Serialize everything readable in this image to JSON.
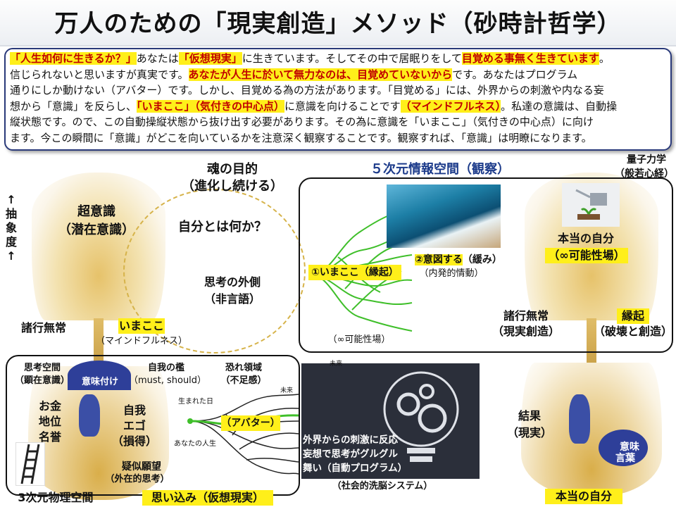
{
  "title": "万人のための「現実創造」メソッド（砂時計哲学）",
  "intro": {
    "line1_hl1": "「人生如何に生きるか？」",
    "line1_t1": "あなたは",
    "line1_hl2": "「仮想現実」",
    "line1_t2": "に生きています。そしてその中で居眠りをして",
    "line1_hl3": "目覚める事無く生きています",
    "line1_t3": "。",
    "line2_t1": "信じられないと思いますが真実です。",
    "line2_hl1": "あなたが人生に於いて無力なのは、目覚めていないから",
    "line2_t2": "です。あなたはプログラム",
    "line3": "通りにしか動けない（アバター）です。しかし、目覚める為の方法があります。「目覚める」には、外界からの刺激や内なる妄",
    "line4_t1": "想から「意識」を反らし、",
    "line4_hl1": "「いまここ」（気付きの中心点）",
    "line4_t2": "に意識を向けることです",
    "line4_hl2": "（マインドフルネス）",
    "line4_t3": "。私達の意識は、自動操",
    "line5": "縦状態です。ので、この自動操縦状態から抜け出す必要があります。その為に意識を「いまここ」（気付きの中心点）に向け",
    "line6": "ます。今この瞬間に「意識」がどこを向いているかを注意深く観察することです。観察すれば、「意識」は明瞭になります。"
  },
  "diagram": {
    "left_axis": "↑抽象度↑",
    "super_consciousness": "超意識",
    "super_consciousness_sub": "（潜在意識）",
    "soul_purpose": "魂の目的",
    "soul_purpose_sub": "（進化し続ける）",
    "who_am_i": "自分とは何か？",
    "outside_thought": "思考の外側",
    "outside_thought_sub": "（非言語）",
    "impermanence_left": "諸行無常",
    "imakoko": "いまここ",
    "mindfulness": "（マインドフルネス）",
    "info_space": "５次元情報空間（観察）",
    "quantum": "量子力学",
    "heart_sutra": "（般若心経）",
    "true_self_top": "本当の自分",
    "potential_field_top": "（∞可能性場）",
    "step1": "①いまここ（縁起）",
    "step2_hl": "②意図する",
    "step2_t": "（緩み）",
    "step2_sub": "（内発的情動）",
    "potential_field_bottom": "（∞可能性場）",
    "impermanence_right": "諸行無常",
    "impermanence_right_sub": "（現実創造）",
    "engi": "縁起",
    "engi_sub": "（破壊と創造）",
    "thought_space": "思考空間",
    "thought_space_sub": "（顕在意識）",
    "meaning_umbrella": "意味付け",
    "ego_cage": "自我の檻",
    "ego_cage_sub": "（must, should）",
    "fear_zone": "恐れ領域",
    "fear_zone_sub": "（不足感）",
    "money": "お金",
    "status": "地位",
    "fame": "名誉",
    "ego": "自我",
    "ego2": "エゴ",
    "ego_sub": "（損得）",
    "born_day": "生まれた日",
    "your_life": "あなたの人生",
    "avatar": "（アバター）",
    "future_left": "未来",
    "future_right": "未来",
    "pseudo_desire": "疑似願望",
    "pseudo_desire_sub": "（外在的思考）",
    "physical_space": "3次元物理空間",
    "delusion": "思い込み（仮想現実）",
    "external_reaction_1": "外界からの刺激に反応",
    "external_reaction_2": "妄想で思考がグルグル",
    "external_reaction_3": "舞い（自動プログラム）",
    "social_brainwash": "（社会的洗脳システム）",
    "result": "結果",
    "result_sub": "（現実）",
    "meaning_words_1": "意味",
    "meaning_words_2": "言葉",
    "true_self_bottom": "本当の自分"
  },
  "colors": {
    "highlight": "#ffef1a",
    "highlight_text": "#c00000",
    "frame": "#2a3a7a",
    "branch": "#3fbf2a",
    "sand": "#d9ae4a"
  }
}
